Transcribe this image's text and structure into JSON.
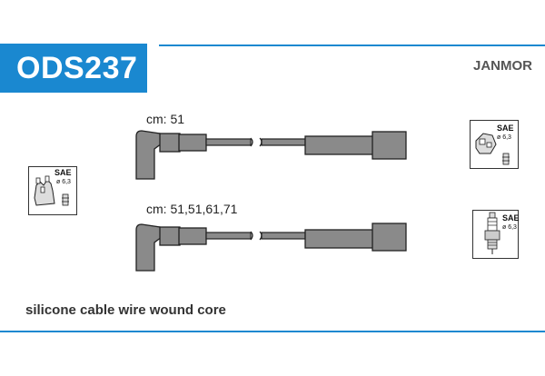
{
  "product": {
    "code": "ODS237",
    "brand": "JANMOR"
  },
  "cables": [
    {
      "length_label": "cm: 51"
    },
    {
      "length_label": "cm: 51,51,61,71"
    }
  ],
  "connectors": {
    "sae_label": "SAE",
    "diameter_label": "ø 6,3"
  },
  "description": "silicone cable wire wound core",
  "colors": {
    "accent": "#1a88d0",
    "cable_fill": "#8a8a8a"
  }
}
